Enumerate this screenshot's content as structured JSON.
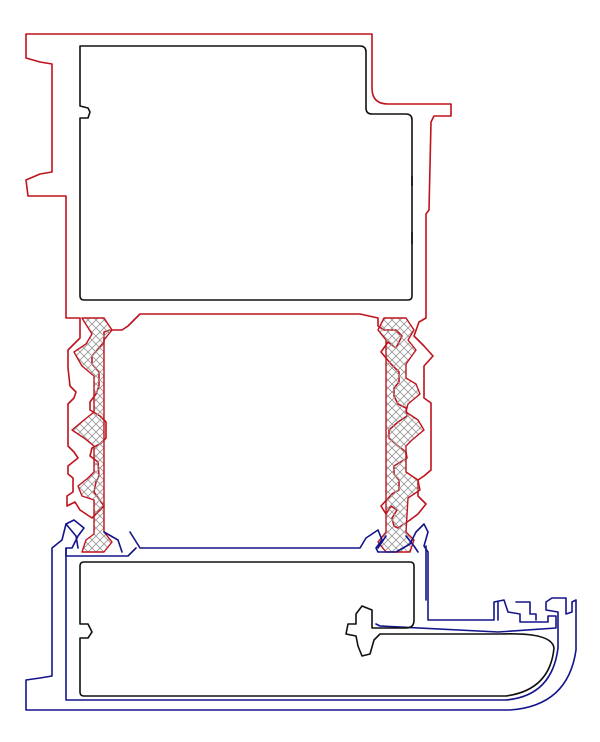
{
  "drawing": {
    "subject": "aluminium-profile-cross-section",
    "colors": {
      "upper_profile": "#c0121c",
      "lower_profile": "#14148c",
      "chamber_outline": "#111111",
      "thermal_break_hatch": "#9a9a9a",
      "background": "#ffffff"
    },
    "parts": [
      "upper-profile",
      "lower-profile",
      "thermal-break-left",
      "thermal-break-right"
    ]
  }
}
